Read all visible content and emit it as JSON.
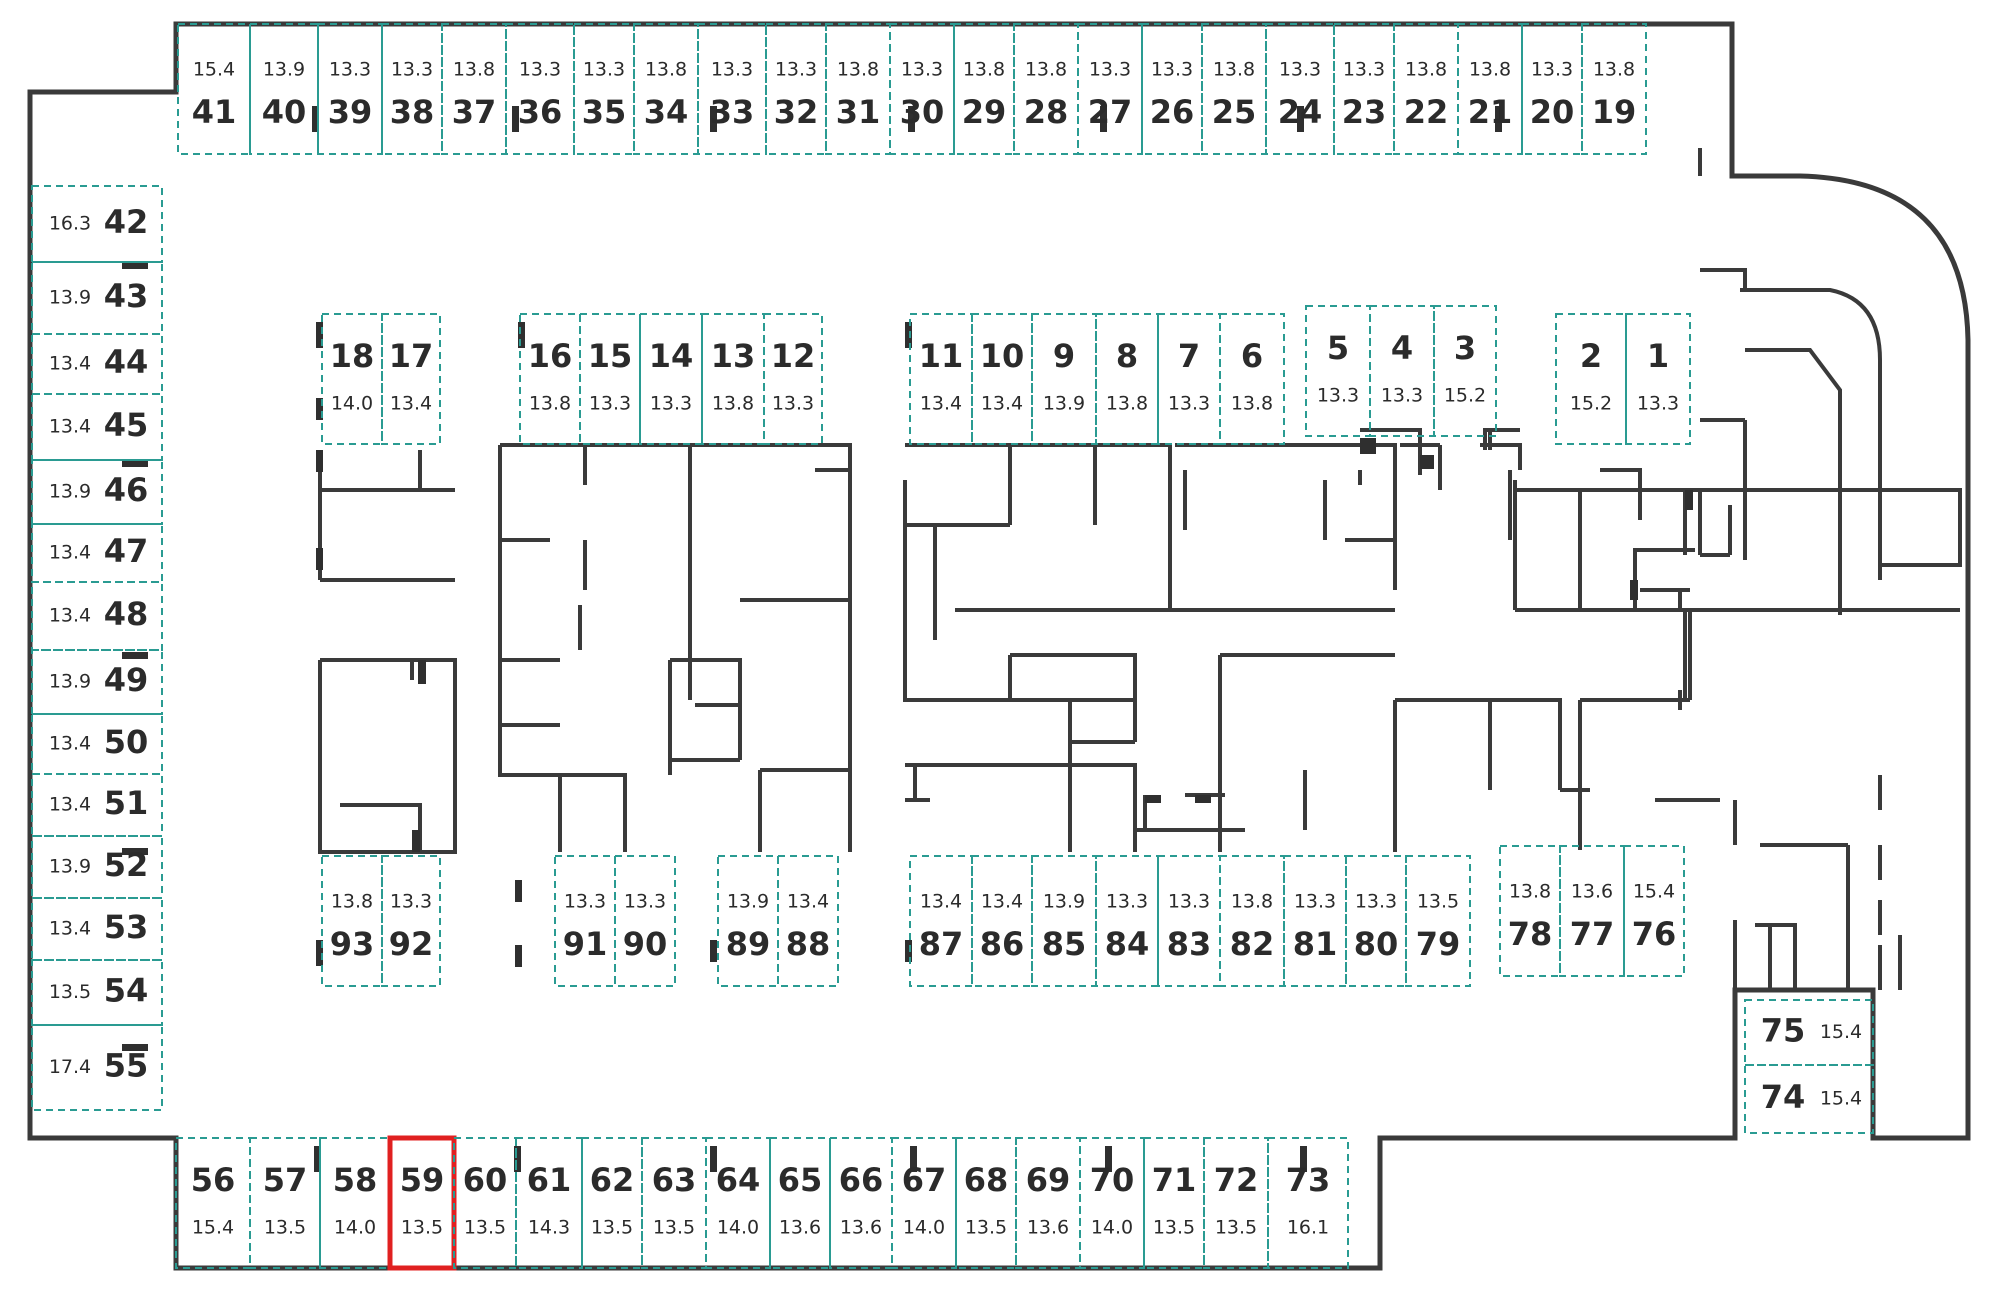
{
  "spots": [
    {
      "num": "41",
      "area": "15.4"
    },
    {
      "num": "40",
      "area": "13.9"
    },
    {
      "num": "39",
      "area": "13.3"
    },
    {
      "num": "38",
      "area": "13.3"
    },
    {
      "num": "37",
      "area": "13.8"
    },
    {
      "num": "36",
      "area": "13.3"
    },
    {
      "num": "35",
      "area": "13.3"
    },
    {
      "num": "34",
      "area": "13.8"
    },
    {
      "num": "33",
      "area": "13.3"
    },
    {
      "num": "32",
      "area": "13.3"
    },
    {
      "num": "31",
      "area": "13.8"
    },
    {
      "num": "30",
      "area": "13.3"
    },
    {
      "num": "29",
      "area": "13.8"
    },
    {
      "num": "28",
      "area": "13.8"
    },
    {
      "num": "27",
      "area": "13.3"
    },
    {
      "num": "26",
      "area": "13.3"
    },
    {
      "num": "25",
      "area": "13.8"
    },
    {
      "num": "24",
      "area": "13.3"
    },
    {
      "num": "23",
      "area": "13.3"
    },
    {
      "num": "22",
      "area": "13.8"
    },
    {
      "num": "21",
      "area": "13.8"
    },
    {
      "num": "20",
      "area": "13.3"
    },
    {
      "num": "19",
      "area": "13.8"
    },
    {
      "num": "42",
      "area": "16.3"
    },
    {
      "num": "43",
      "area": "13.9"
    },
    {
      "num": "44",
      "area": "13.4"
    },
    {
      "num": "45",
      "area": "13.4"
    },
    {
      "num": "46",
      "area": "13.9"
    },
    {
      "num": "47",
      "area": "13.4"
    },
    {
      "num": "48",
      "area": "13.4"
    },
    {
      "num": "49",
      "area": "13.9"
    },
    {
      "num": "50",
      "area": "13.4"
    },
    {
      "num": "51",
      "area": "13.4"
    },
    {
      "num": "52",
      "area": "13.9"
    },
    {
      "num": "53",
      "area": "13.4"
    },
    {
      "num": "54",
      "area": "13.5"
    },
    {
      "num": "55",
      "area": "17.4"
    },
    {
      "num": "18",
      "area": "14.0"
    },
    {
      "num": "17",
      "area": "13.4"
    },
    {
      "num": "16",
      "area": "13.8"
    },
    {
      "num": "15",
      "area": "13.3"
    },
    {
      "num": "14",
      "area": "13.3"
    },
    {
      "num": "13",
      "area": "13.8"
    },
    {
      "num": "12",
      "area": "13.3"
    },
    {
      "num": "11",
      "area": "13.4"
    },
    {
      "num": "10",
      "area": "13.4"
    },
    {
      "num": "9",
      "area": "13.9"
    },
    {
      "num": "8",
      "area": "13.8"
    },
    {
      "num": "7",
      "area": "13.3"
    },
    {
      "num": "6",
      "area": "13.8"
    },
    {
      "num": "5",
      "area": "13.3"
    },
    {
      "num": "4",
      "area": "13.3"
    },
    {
      "num": "3",
      "area": "15.2"
    },
    {
      "num": "2",
      "area": "15.2"
    },
    {
      "num": "1",
      "area": "13.3"
    },
    {
      "num": "93",
      "area": "13.8"
    },
    {
      "num": "92",
      "area": "13.3"
    },
    {
      "num": "91",
      "area": "13.3"
    },
    {
      "num": "90",
      "area": "13.3"
    },
    {
      "num": "89",
      "area": "13.9"
    },
    {
      "num": "88",
      "area": "13.4"
    },
    {
      "num": "87",
      "area": "13.4"
    },
    {
      "num": "86",
      "area": "13.4"
    },
    {
      "num": "85",
      "area": "13.9"
    },
    {
      "num": "84",
      "area": "13.3"
    },
    {
      "num": "83",
      "area": "13.3"
    },
    {
      "num": "82",
      "area": "13.8"
    },
    {
      "num": "81",
      "area": "13.3"
    },
    {
      "num": "80",
      "area": "13.3"
    },
    {
      "num": "79",
      "area": "13.5"
    },
    {
      "num": "78",
      "area": "13.8"
    },
    {
      "num": "77",
      "area": "13.6"
    },
    {
      "num": "76",
      "area": "15.4"
    },
    {
      "num": "75",
      "area": "15.4"
    },
    {
      "num": "74",
      "area": "15.4"
    },
    {
      "num": "56",
      "area": "15.4"
    },
    {
      "num": "57",
      "area": "13.5"
    },
    {
      "num": "58",
      "area": "14.0"
    },
    {
      "num": "59",
      "area": "13.5",
      "selected": true
    },
    {
      "num": "60",
      "area": "13.5"
    },
    {
      "num": "61",
      "area": "14.3"
    },
    {
      "num": "62",
      "area": "13.5"
    },
    {
      "num": "63",
      "area": "13.5"
    },
    {
      "num": "64",
      "area": "14.0"
    },
    {
      "num": "65",
      "area": "13.6"
    },
    {
      "num": "66",
      "area": "13.6"
    },
    {
      "num": "67",
      "area": "14.0"
    },
    {
      "num": "68",
      "area": "13.5"
    },
    {
      "num": "69",
      "area": "13.6"
    },
    {
      "num": "70",
      "area": "14.0"
    },
    {
      "num": "71",
      "area": "13.5"
    },
    {
      "num": "72",
      "area": "13.5"
    },
    {
      "num": "73",
      "area": "16.1"
    }
  ],
  "colors": {
    "spot_outline": "#2a9b92",
    "selected_outline": "#e02020",
    "wall": "#3a3a3a",
    "text": "#2b2b2b"
  }
}
